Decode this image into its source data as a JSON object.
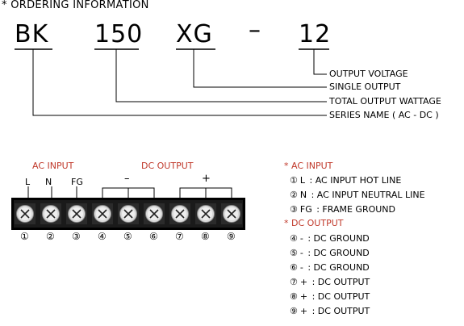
{
  "header": {
    "title": "* ORDERING INFORMATION"
  },
  "code": {
    "series": "BK",
    "wattage": "150",
    "type": "XG",
    "dash": "–",
    "voltage": "12"
  },
  "callouts": {
    "voltage": "OUTPUT VOLTAGE",
    "single": "SINGLE OUTPUT",
    "wattage": "TOTAL OUTPUT WATTAGE",
    "series": "SERIES NAME ( AC - DC )"
  },
  "terminal": {
    "ac_label": "AC INPUT",
    "dc_label": "DC OUTPUT",
    "top_labels": [
      "L",
      "N",
      "FG",
      "–",
      "+"
    ],
    "numbers": [
      "①",
      "②",
      "③",
      "④",
      "⑤",
      "⑥",
      "⑦",
      "⑧",
      "⑨"
    ]
  },
  "legend": {
    "ac_title": "* AC INPUT",
    "dc_title": "* DC OUTPUT",
    "ac_items": [
      {
        "num": "①",
        "key": "L",
        "desc": ": AC INPUT HOT LINE"
      },
      {
        "num": "②",
        "key": "N",
        "desc": ": AC INPUT NEUTRAL LINE"
      },
      {
        "num": "③",
        "key": "FG",
        "desc": ": FRAME GROUND"
      }
    ],
    "dc_items": [
      {
        "num": "④",
        "key": "-",
        "desc": ": DC GROUND"
      },
      {
        "num": "⑤",
        "key": "-",
        "desc": ": DC GROUND"
      },
      {
        "num": "⑥",
        "key": "-",
        "desc": ": DC GROUND"
      },
      {
        "num": "⑦",
        "key": "+",
        "desc": ": DC OUTPUT"
      },
      {
        "num": "⑧",
        "key": "+",
        "desc": ": DC OUTPUT"
      },
      {
        "num": "⑨",
        "key": "+",
        "desc": ": DC OUTPUT"
      }
    ]
  },
  "colors": {
    "accent": "#c0392b"
  }
}
